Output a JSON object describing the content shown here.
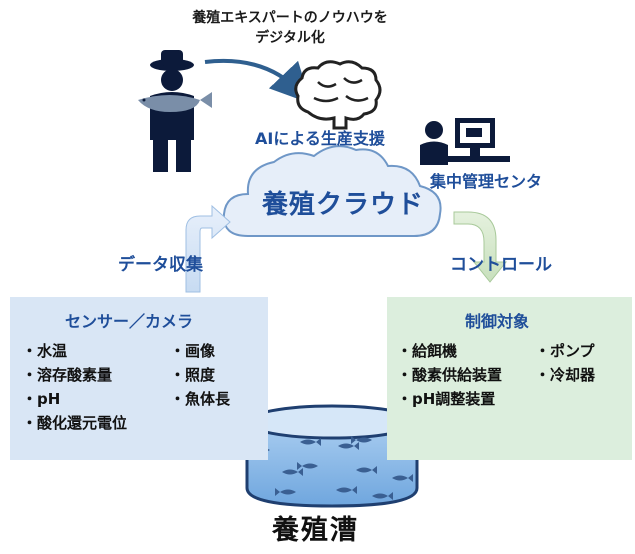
{
  "expert_caption": "養殖エキスパートのノウハウを\nデジタル化",
  "expert_caption_line1": "養殖エキスパートのノウハウを",
  "expert_caption_line2": "デジタル化",
  "ai_support": "AIによる生産支援",
  "management_center": "集中管理センタ",
  "cloud": "養殖クラウド",
  "data_collection": "データ収集",
  "control": "コントロール",
  "sensors": {
    "title": "センサー／カメラ",
    "items_left": [
      "・水温",
      "・溶存酸素量",
      "・pH",
      "・酸化還元電位"
    ],
    "items_right": [
      "・画像",
      "・照度",
      "・魚体長"
    ]
  },
  "controlled": {
    "title": "制御対象",
    "items_left": [
      "・給餌機",
      "・酸素供給装置",
      "・pH調整装置"
    ],
    "items_right": [
      "・ポンプ",
      "・冷却器"
    ]
  },
  "tank": "養殖漕",
  "colors": {
    "accent_blue": "#1f4e9a",
    "cloud_fill": "#e6eef9",
    "sensor_panel": "#d9e6f5",
    "control_panel": "#dceedd",
    "water": "#7fb2e5",
    "fish": "#3a5f92"
  }
}
